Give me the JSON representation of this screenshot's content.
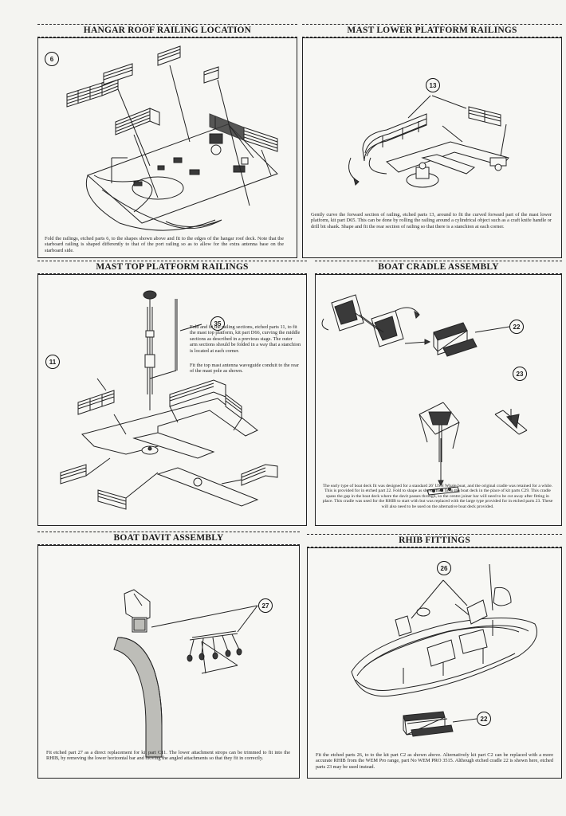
{
  "panels": {
    "hangar": {
      "title": "HANGAR ROOF RAILING LOCATION",
      "callout": "6",
      "caption": "Fold the railings, etched parts 6, to the shapes shown above and fit to the edges of the hangar roof deck. Note that the starboard railing is shaped differently to that of the port railing so as to allow for the extra antenna base on the starboard side."
    },
    "mast_lower": {
      "title": "MAST LOWER PLATFORM RAILINGS",
      "callout": "13",
      "caption": "Gently curve the forward section of railing, etched parts 13, around to fit the curved forward part of the mast lower platform, kit part D65. This can be done by rolling the railing around a cylindrical object such as a craft knife handle or drill bit shank.  Shape and fit the rear section of railing so that there is a stanchion at each corner."
    },
    "mast_top": {
      "title": "MAST TOP PLATFORM RAILINGS",
      "callout_a": "35",
      "callout_b": "11",
      "caption": "Fold and fit the railing sections, etched parts 11, to fit the mast top platform, kit part D66, curving the middle sections as described in a previous stage.  The outer arm sections should be folded in a way that a stanchion is located at each corner.",
      "caption2": "Fit the top mast antenna waveguide conduit to the rear of the mast pole as shown."
    },
    "boat_cradle": {
      "title": "BOAT CRADLE ASSEMBLY",
      "callout_a": "22",
      "callout_b": "23",
      "caption": "The early type of boat deck fit was designed for a standard 26' USN Whale boat, and the original cradle was retained for a while. This is provided for in etched part 22. Fold to shape as shown then fit to the boat deck in the place of kit parts C29. This cradle spans the gap in the boat deck where the davit passes through, so the centre joiner bar will need to be cut away after fitting in place. This cradle was used for the RHIB to start with but was replaced with the large type provided for in etched parts 23. These will also need to be used on the alternative boat deck provided."
    },
    "boat_davit": {
      "title": "BOAT DAVIT ASSEMBLY",
      "callout": "27",
      "caption": "Fit etched part 27 as a direct replacement for kit part C11. The lower attachment strops can be trimmed to fit into the RHIB, by removing the lower horizontal bar and moving the angled attachments so that they fit in correctly."
    },
    "rhib": {
      "title": "RHIB FITTINGS",
      "callout_a": "26",
      "callout_b": "22",
      "caption": "Fit the etched parts 26, to to the kit part C2 as shown above. Alternatively kit part C2 can be replaced with a more accurate RHIB from the WEM Pro range, part No WEM PRO 3515.   Although etched cradle 22 is shown here, etched parts 23 may be used instead."
    }
  }
}
